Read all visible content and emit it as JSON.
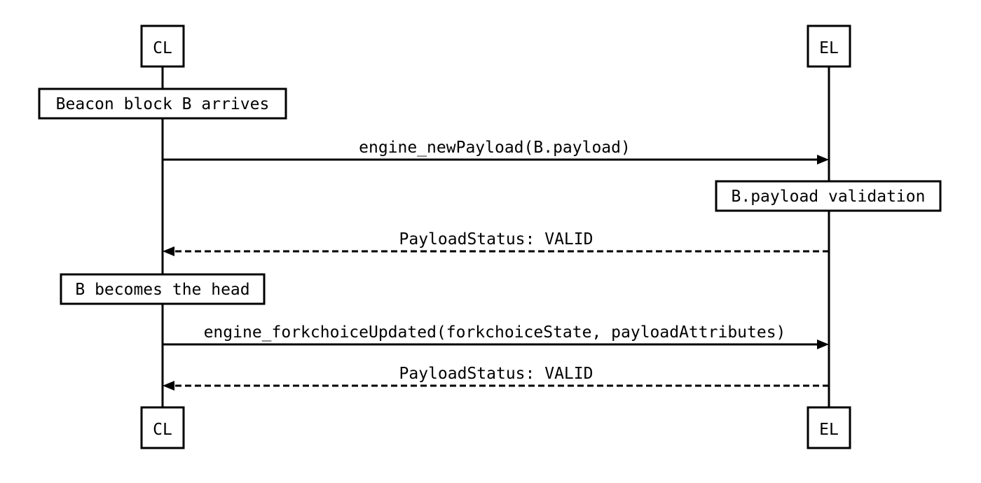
{
  "participants": {
    "cl": "CL",
    "el": "EL"
  },
  "notes": {
    "beacon_block": "Beacon block B arrives",
    "payload_validation": "B.payload validation",
    "becomes_head": "B becomes the head"
  },
  "messages": {
    "new_payload": "engine_newPayload(B.payload)",
    "new_payload_response": "PayloadStatus: VALID",
    "forkchoice_updated": "engine_forkchoiceUpdated(forkchoiceState, payloadAttributes)",
    "forkchoice_response": "PayloadStatus: VALID"
  }
}
